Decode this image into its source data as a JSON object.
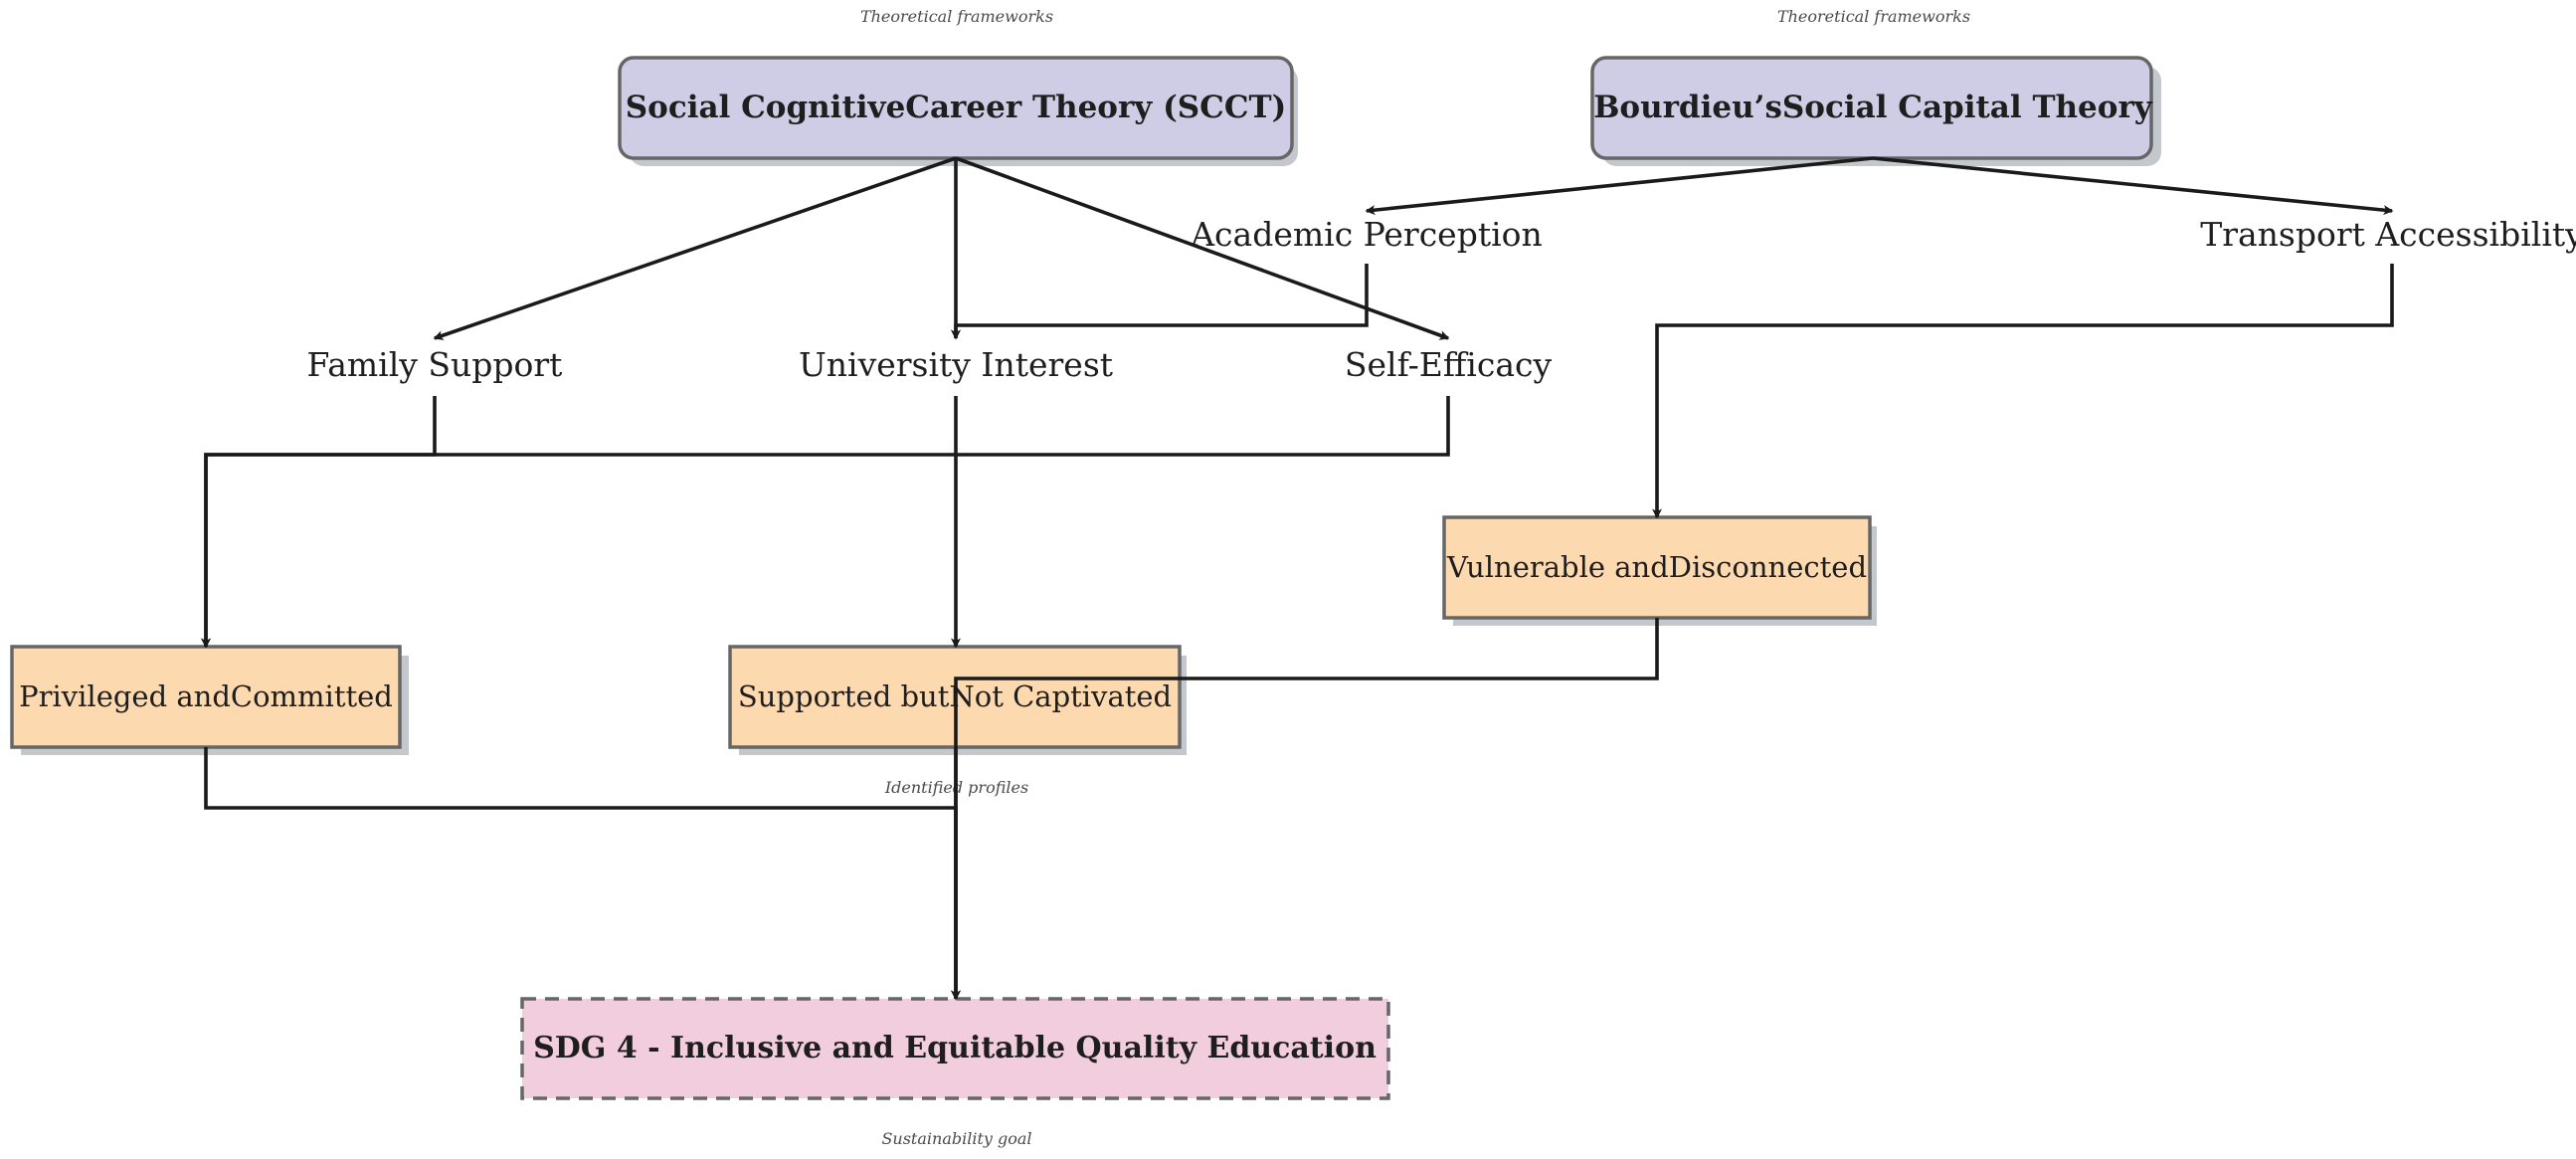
{
  "captions": {
    "frameworks_left": "Theoretical frameworks",
    "frameworks_right": "Theoretical frameworks",
    "profiles": "Identified profiles",
    "goal": "Sustainability goal"
  },
  "theories": {
    "scct": "Social CognitiveCareer Theory (SCCT)",
    "bourdieu": "Bourdieu’sSocial Capital Theory"
  },
  "factors": {
    "academic_perception": "Academic Perception",
    "transport_accessibility": "Transport Accessibility",
    "family_support": "Family Support",
    "university_interest": "University Interest",
    "self_efficacy": "Self-Efficacy"
  },
  "profiles": {
    "vulnerable": "Vulnerable andDisconnected",
    "privileged": "Privileged andCommitted",
    "supported": "Supported butNot Captivated"
  },
  "goal": {
    "sdg4": "SDG 4 - Inclusive and Equitable Quality Education"
  },
  "colors": {
    "theory_fill": "#cfcce6",
    "profile_fill": "#fdd9b0",
    "goal_fill": "#f2cddd",
    "border": "#666666",
    "edge": "#1a1a1a"
  }
}
